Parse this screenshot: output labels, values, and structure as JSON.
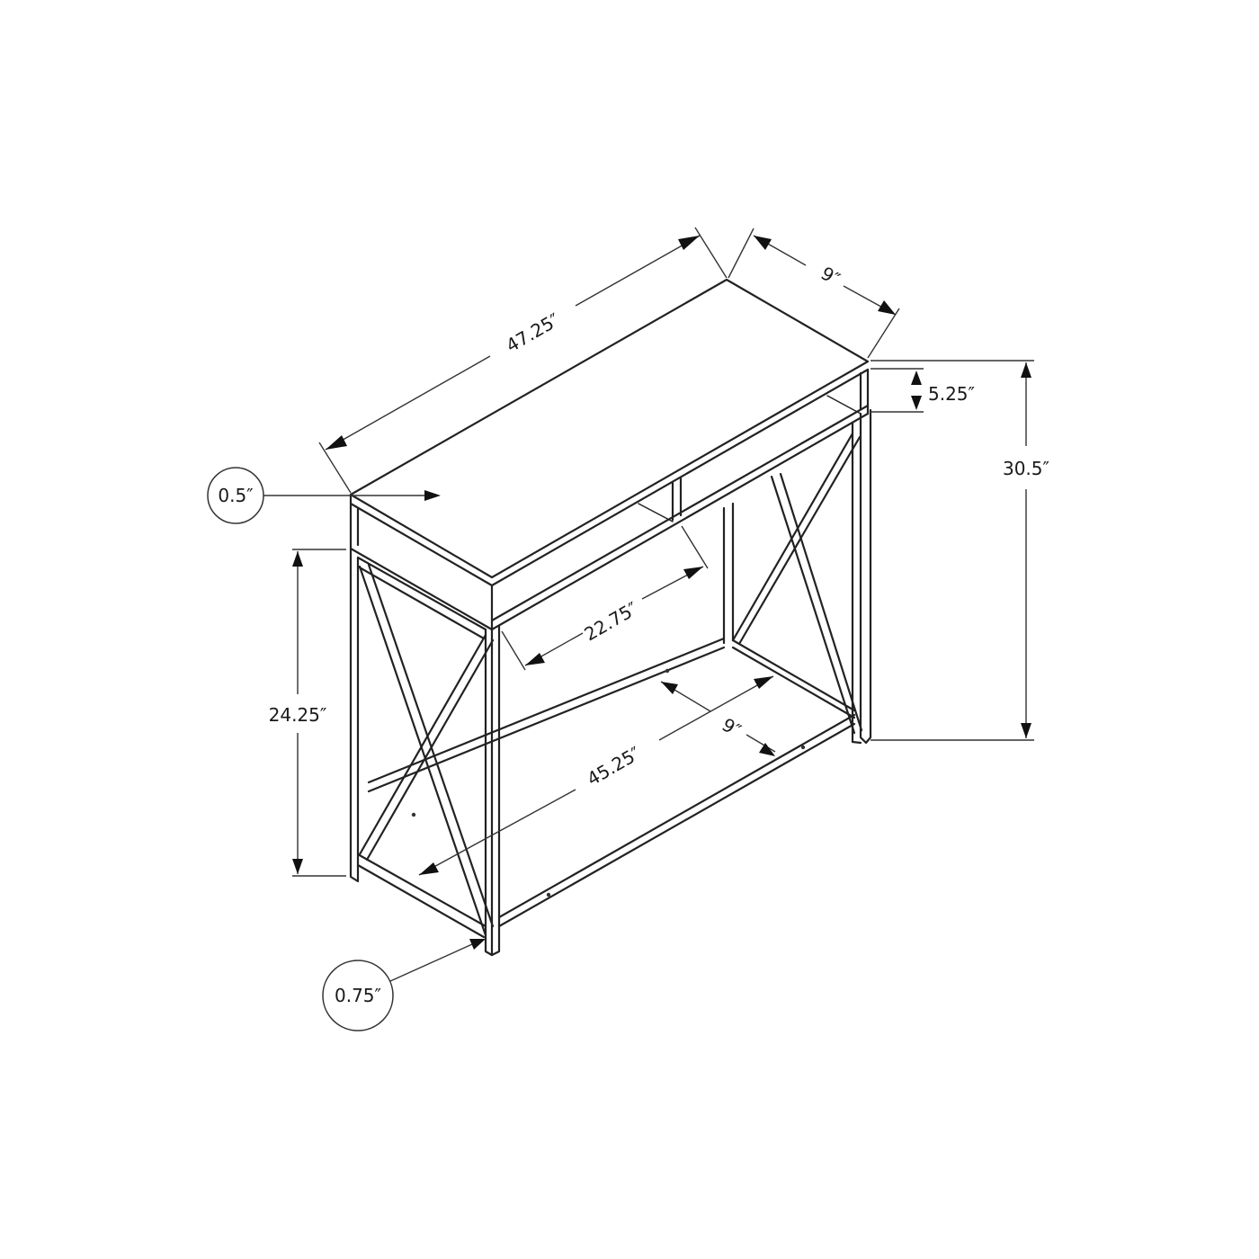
{
  "diagram": {
    "subject": "console table with X-frame sides, open storage cubby and lower shelf",
    "colors": {
      "line": "#222222",
      "background": "#ffffff"
    },
    "dimensions": {
      "overall_width": "47.25″",
      "overall_depth": "9″",
      "overall_height": "30.5″",
      "cubby_height": "5.25″",
      "cubby_width": "22.75″",
      "shelf_clearance_height": "24.25″",
      "shelf_width": "45.25″",
      "shelf_depth": "9″"
    },
    "callouts": {
      "top_thickness": "0.5″",
      "leg_thickness": "0.75″"
    }
  }
}
